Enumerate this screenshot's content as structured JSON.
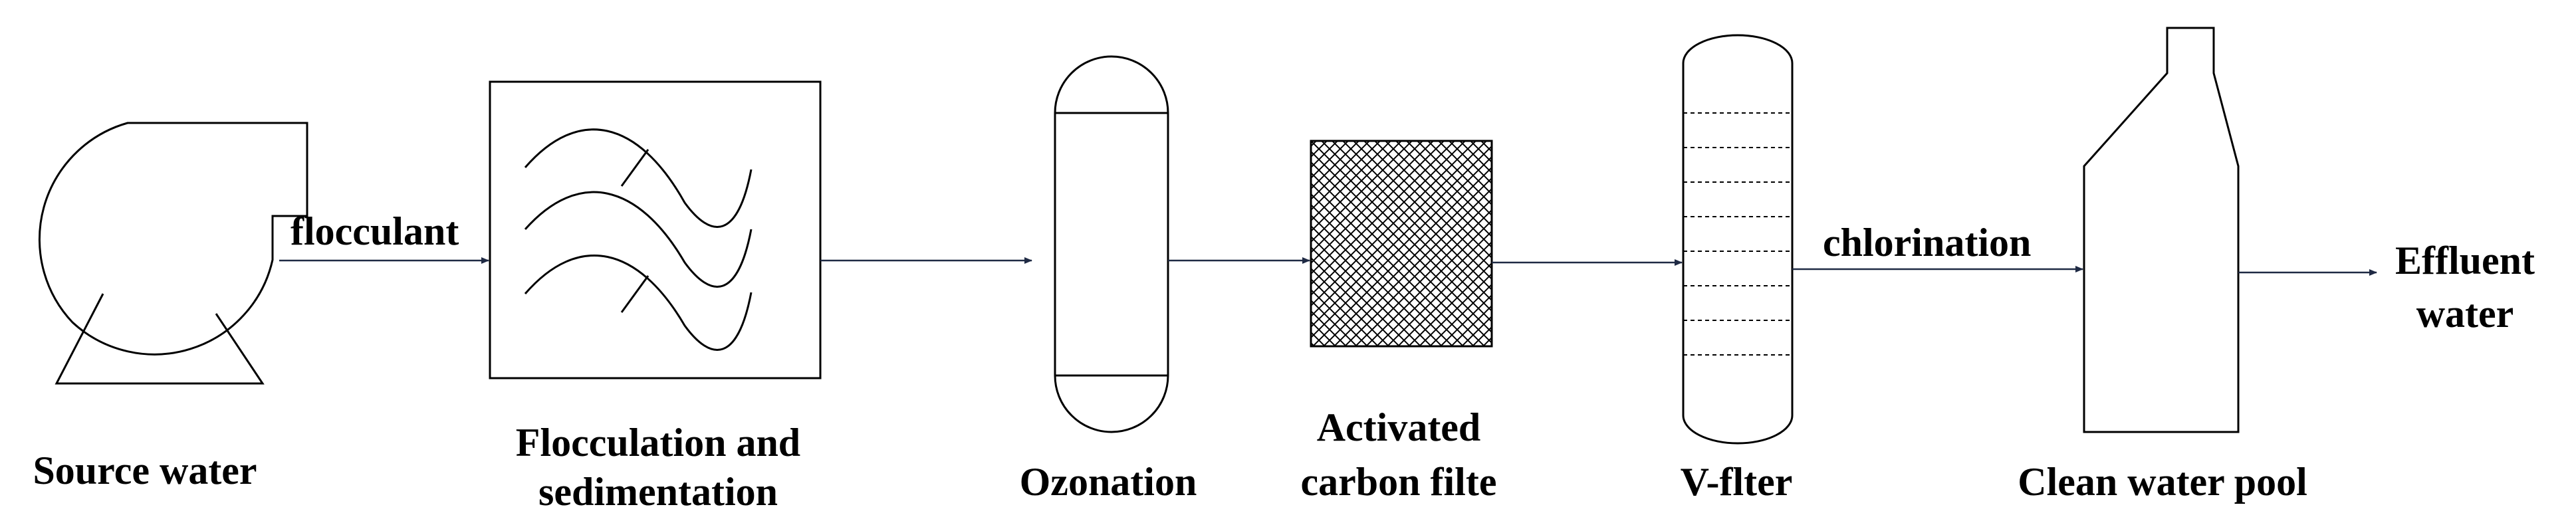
{
  "diagram": {
    "stages": {
      "source_water": "Source water",
      "flocculation_line1": "Flocculation and",
      "flocculation_line2": "sedimentation",
      "ozonation": "Ozonation",
      "activated_carbon_line1": "Activated",
      "activated_carbon_line2": "carbon filte",
      "v_filter": "V-flter",
      "clean_water_pool": "Clean water pool",
      "effluent_line1": "Effluent",
      "effluent_line2": "water"
    },
    "edge_labels": {
      "flocculant": "flocculant",
      "chlorination": "chlorination"
    }
  }
}
